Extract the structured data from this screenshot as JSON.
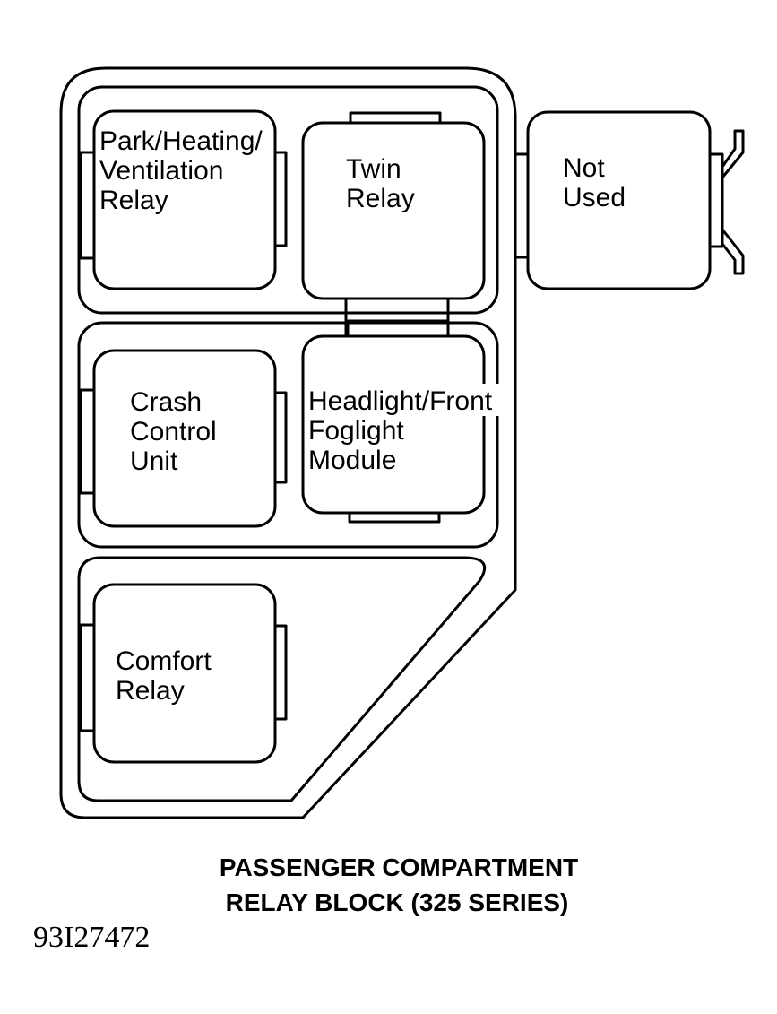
{
  "relays": {
    "park_heating": [
      "Park/Heating/",
      "Ventilation",
      "Relay"
    ],
    "twin": [
      "Twin",
      "Relay"
    ],
    "not_used": [
      "Not",
      "Used"
    ],
    "crash": [
      "Crash",
      "Control",
      "Unit"
    ],
    "headlight": [
      "Headlight/Front",
      "Foglight",
      "Module"
    ],
    "comfort": [
      "Comfort",
      "Relay"
    ]
  },
  "caption": {
    "line1": "PASSENGER COMPARTMENT",
    "line2": "RELAY BLOCK (325 SERIES)"
  },
  "figure_id": "93I27472"
}
